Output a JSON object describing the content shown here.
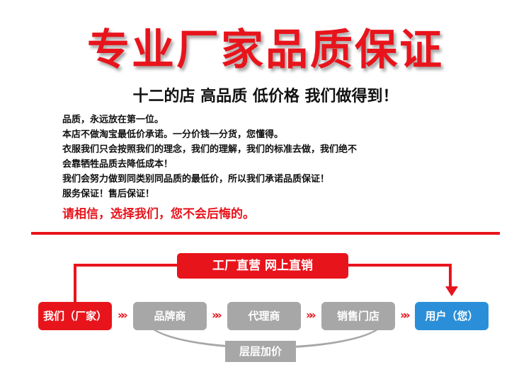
{
  "headline": "专业厂家品质保证",
  "slogan": "十二的店   高品质  低价格  我们做得到！",
  "body_lines": [
    "品质，永远放在第一位。",
    "本店不做淘宝最低价承诺。一分价钱一分货，您懂得。",
    "衣服我们只会按照我们的理念，我们的理解，我们的标准去做，我们绝不",
    "会靠牺牲品质去降低成本！",
    "我们会努力做到同类别同品质的最低价，所以我们承诺品质保证！",
    "服务保证！售后保证！"
  ],
  "closing": "请相信，选择我们，您不会后悔的。",
  "flow": {
    "banner": "工厂直营  网上直销",
    "nodes": [
      "我们（厂家）",
      "品牌商",
      "代理商",
      "销售门店",
      "用户（您）"
    ],
    "chevron": "»»",
    "layer_label": "层层加价"
  },
  "colors": {
    "accent": "#e8141c",
    "gray": "#a7a7a7",
    "blue": "#2a8fd8"
  }
}
